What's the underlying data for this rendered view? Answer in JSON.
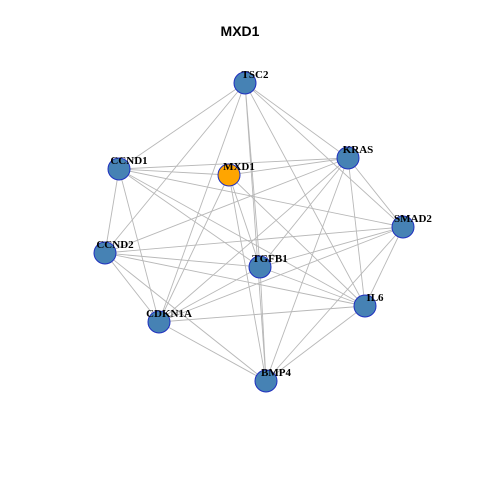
{
  "title": "MXD1",
  "colors": {
    "default_node": "#4682B4",
    "highlight_node": "#FFA500",
    "node_border": "#1F2FBF",
    "edge": "#B8B8B8",
    "background": "#FFFFFF"
  },
  "nodes": [
    {
      "id": "TSC2",
      "label": "TSC2",
      "highlight": false
    },
    {
      "id": "KRAS",
      "label": "KRAS",
      "highlight": false
    },
    {
      "id": "SMAD2",
      "label": "SMAD2",
      "highlight": false
    },
    {
      "id": "IL6",
      "label": "IL6",
      "highlight": false
    },
    {
      "id": "BMP4",
      "label": "BMP4",
      "highlight": false
    },
    {
      "id": "CDKN1A",
      "label": "CDKN1A",
      "highlight": false
    },
    {
      "id": "CCND2",
      "label": "CCND2",
      "highlight": false
    },
    {
      "id": "CCND1",
      "label": "CCND1",
      "highlight": false
    },
    {
      "id": "MXD1",
      "label": "MXD1",
      "highlight": true
    },
    {
      "id": "TGFB1",
      "label": "TGFB1",
      "highlight": false
    }
  ],
  "edges": [
    [
      "TSC2",
      "KRAS"
    ],
    [
      "TSC2",
      "SMAD2"
    ],
    [
      "TSC2",
      "IL6"
    ],
    [
      "TSC2",
      "BMP4"
    ],
    [
      "TSC2",
      "CDKN1A"
    ],
    [
      "TSC2",
      "CCND2"
    ],
    [
      "TSC2",
      "CCND1"
    ],
    [
      "TSC2",
      "TGFB1"
    ],
    [
      "KRAS",
      "SMAD2"
    ],
    [
      "KRAS",
      "IL6"
    ],
    [
      "KRAS",
      "BMP4"
    ],
    [
      "KRAS",
      "CDKN1A"
    ],
    [
      "KRAS",
      "CCND2"
    ],
    [
      "KRAS",
      "CCND1"
    ],
    [
      "KRAS",
      "MXD1"
    ],
    [
      "KRAS",
      "TGFB1"
    ],
    [
      "SMAD2",
      "IL6"
    ],
    [
      "SMAD2",
      "BMP4"
    ],
    [
      "SMAD2",
      "CDKN1A"
    ],
    [
      "SMAD2",
      "CCND2"
    ],
    [
      "SMAD2",
      "CCND1"
    ],
    [
      "SMAD2",
      "TGFB1"
    ],
    [
      "IL6",
      "BMP4"
    ],
    [
      "IL6",
      "CDKN1A"
    ],
    [
      "IL6",
      "CCND2"
    ],
    [
      "IL6",
      "CCND1"
    ],
    [
      "IL6",
      "MXD1"
    ],
    [
      "IL6",
      "TGFB1"
    ],
    [
      "BMP4",
      "CDKN1A"
    ],
    [
      "BMP4",
      "CCND2"
    ],
    [
      "BMP4",
      "MXD1"
    ],
    [
      "BMP4",
      "TGFB1"
    ],
    [
      "CDKN1A",
      "CCND2"
    ],
    [
      "CDKN1A",
      "CCND1"
    ],
    [
      "CDKN1A",
      "MXD1"
    ],
    [
      "CDKN1A",
      "TGFB1"
    ],
    [
      "CCND2",
      "CCND1"
    ],
    [
      "CCND2",
      "TGFB1"
    ],
    [
      "CCND1",
      "MXD1"
    ],
    [
      "CCND1",
      "TGFB1"
    ],
    [
      "MXD1",
      "TGFB1"
    ]
  ]
}
